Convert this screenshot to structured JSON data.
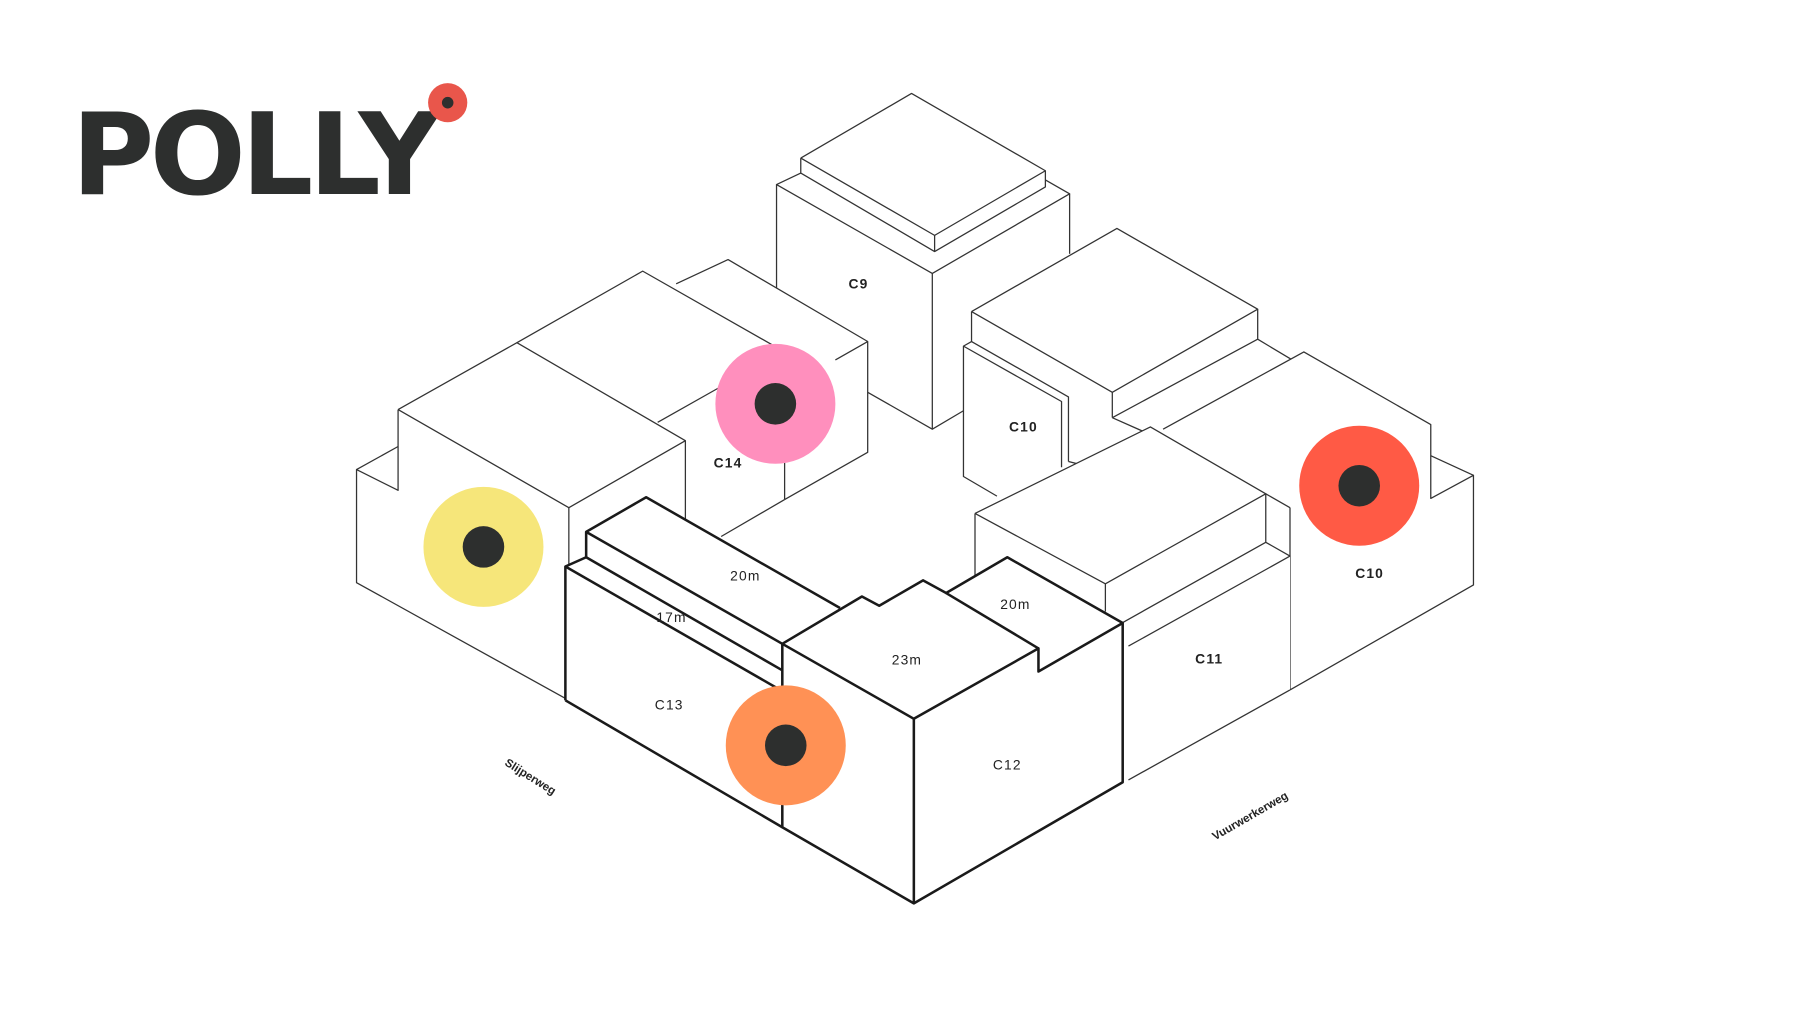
{
  "logo": {
    "text": "POLLY",
    "dot_color": "#e9564b",
    "ink_color": "#2d2f2e"
  },
  "buildings": {
    "c9": "C9",
    "c10_back": "C10",
    "c10_right": "C10",
    "c11": "C11",
    "c12": "C12",
    "c13": "C13",
    "c14": "C14"
  },
  "heights": {
    "c13_upper": "20m",
    "c13_lower": "17m",
    "c12_main": "23m",
    "c12_upper": "20m"
  },
  "streets": {
    "left": "Slijperweg",
    "right": "Vuurwerkerweg"
  },
  "markers": [
    {
      "name": "yellow",
      "color": "#f6e67a"
    },
    {
      "name": "pink",
      "color": "#ff8fbd"
    },
    {
      "name": "orange",
      "color": "#ff9155"
    },
    {
      "name": "red",
      "color": "#ff5a45"
    }
  ],
  "marker_center_color": "#2d2f2e"
}
